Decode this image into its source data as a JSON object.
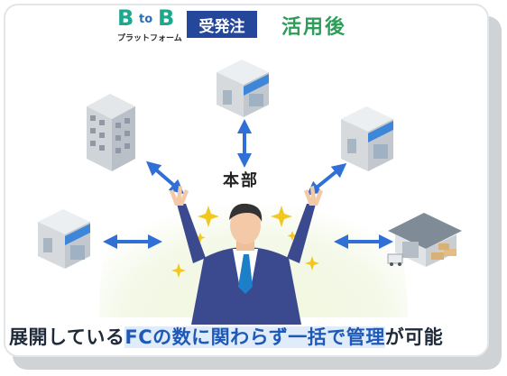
{
  "header": {
    "logo_b1": "B",
    "logo_to": "to",
    "logo_b2": "B",
    "logo_sub": "プラットフォーム",
    "badge": "受発注",
    "after_label": "活用後"
  },
  "diagram": {
    "hq_label": "本部"
  },
  "caption": {
    "before": "展開している",
    "highlight": "FCの数に関わらず一括で管理",
    "after": "が可能"
  },
  "colors": {
    "brand_green": "#1aa98e",
    "badge_blue": "#24469b",
    "after_green": "#2e9d5a",
    "arrow_blue": "#2f6fd6",
    "suit": "#3b4a8f"
  }
}
